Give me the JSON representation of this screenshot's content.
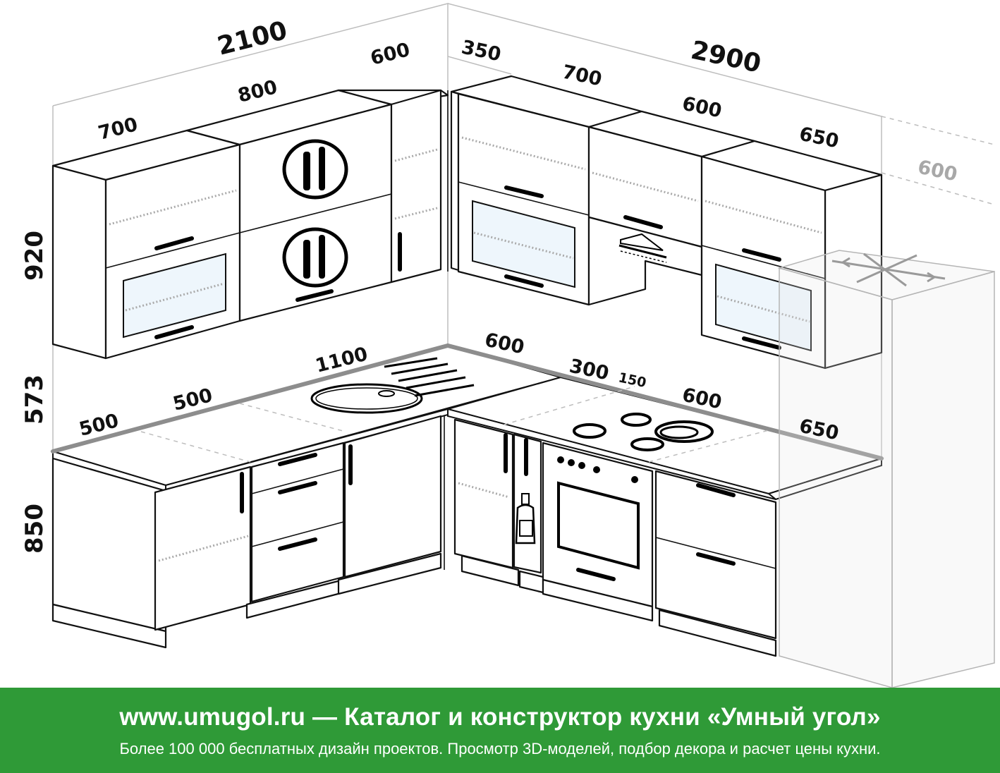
{
  "diagram": {
    "dimensions": {
      "left_wall_total": "2100",
      "right_wall_total": "2900",
      "upper_left_700": "700",
      "upper_left_800": "800",
      "upper_left_600": "600",
      "upper_right_350": "350",
      "upper_right_700": "700",
      "upper_right_600": "600",
      "upper_right_650": "650",
      "upper_fridge_600": "600",
      "height_upper": "920",
      "height_gap": "573",
      "height_base": "850",
      "base_left_500a": "500",
      "base_left_500b": "500",
      "base_left_1100": "1100",
      "base_right_600a": "600",
      "base_right_300": "300",
      "base_right_150": "150",
      "base_right_600b": "600",
      "base_right_650": "650"
    },
    "icons": [
      "cutlery-icon",
      "cutlery-icon",
      "snowflake-icon",
      "bottle-icon",
      "sink-icon",
      "hob-icon",
      "oven-icon",
      "hood-icon"
    ],
    "colors": {
      "banner_green": "#2f9a37",
      "dimension_grey": "#8d8d8d"
    }
  },
  "banner": {
    "title": "www.umugol.ru — Каталог и конструктор кухни «Умный угол»",
    "subtitle": "Более 100 000 бесплатных дизайн проектов. Просмотр 3D-моделей, подбор декора и расчет цены кухни."
  }
}
